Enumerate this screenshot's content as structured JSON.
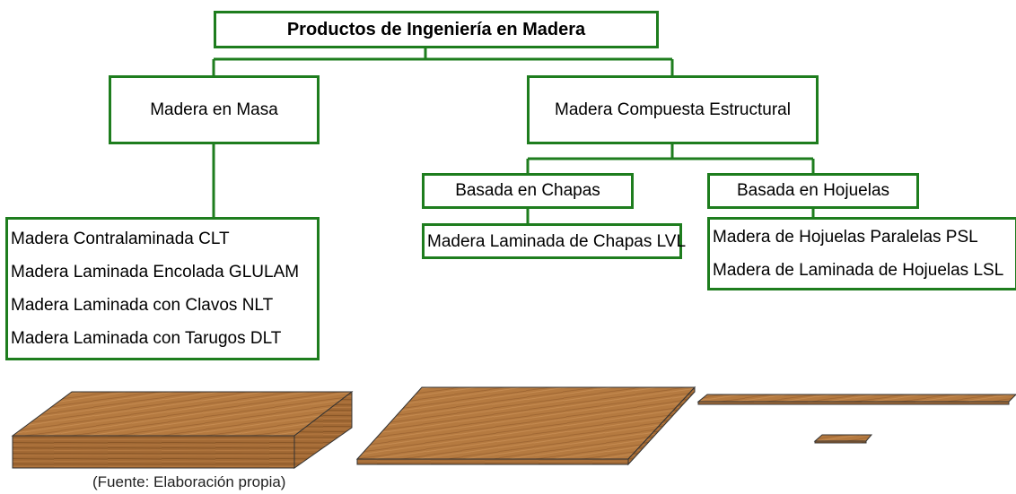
{
  "diagram": {
    "root": {
      "label": "Productos de Ingeniería en Madera"
    },
    "branches": [
      {
        "label": "Madera en Masa",
        "items": [
          "Madera Contralaminada CLT",
          "Madera Laminada Encolada GLULAM",
          "Madera Laminada con Clavos NLT",
          "Madera Laminada con Tarugos DLT"
        ]
      },
      {
        "label": "Madera Compuesta Estructural",
        "children": [
          {
            "label": "Basada en Chapas",
            "items": [
              "Madera Laminada de Chapas LVL"
            ]
          },
          {
            "label": "Basada en Hojuelas",
            "items": [
              "Madera de Hojuelas Paralelas PSL",
              "Madera de Laminada de Hojuelas LSL"
            ]
          }
        ]
      }
    ]
  },
  "colors": {
    "box_border": "#1e7d1e",
    "connector": "#1e7d1e",
    "wood": "#b57a40"
  },
  "caption": "(Fuente: Elaboración propia)"
}
